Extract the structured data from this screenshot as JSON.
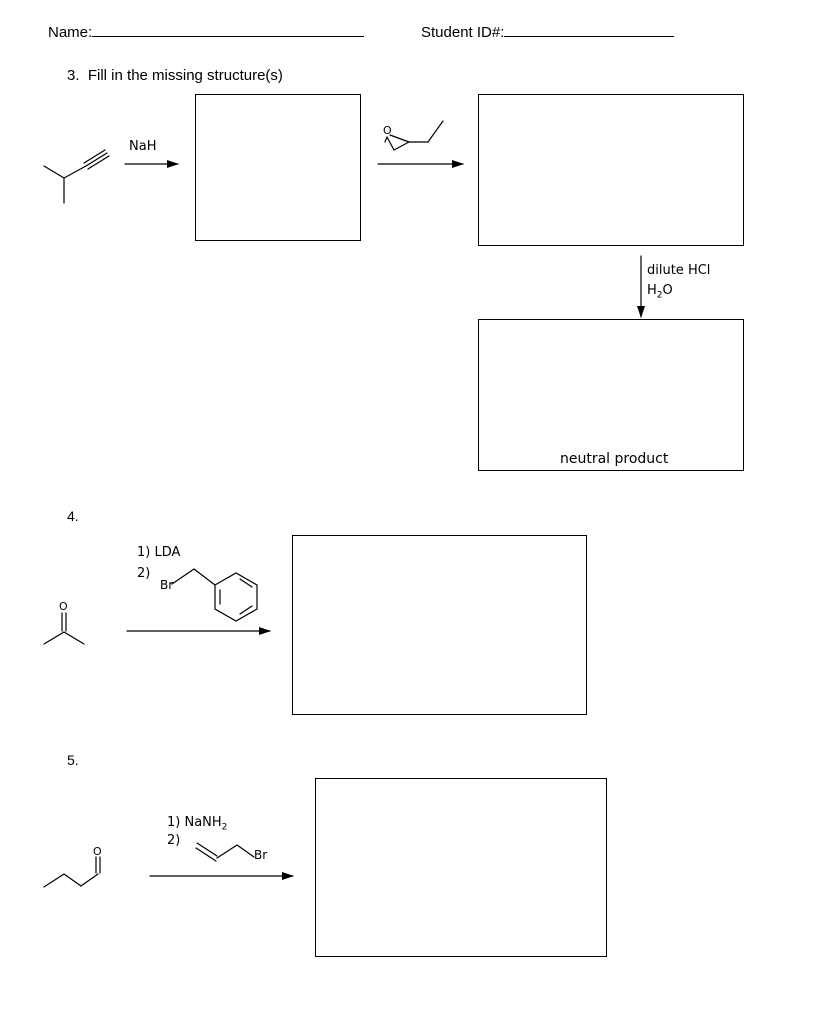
{
  "header": {
    "name_label": "Name:",
    "student_id_label": "Student ID#:"
  },
  "q3": {
    "number": "3.",
    "prompt": "Fill in the missing structure(s)",
    "reagent_1": "NaH",
    "reagent_3_line1": "dilute HCl",
    "reagent_3_line2_main": "H",
    "reagent_3_line2_sub": "2",
    "reagent_3_line2_tail": "O",
    "box_caption": "neutral product"
  },
  "q4": {
    "number": "4.",
    "step1": "1) LDA",
    "step2": "2)",
    "br_label": "Br"
  },
  "q5": {
    "number": "5.",
    "step1_main": "1) NaNH",
    "step1_sub": "2",
    "step2": "2)",
    "br_label": "Br",
    "o_label": "O"
  },
  "atoms": {
    "o_label": "O"
  }
}
